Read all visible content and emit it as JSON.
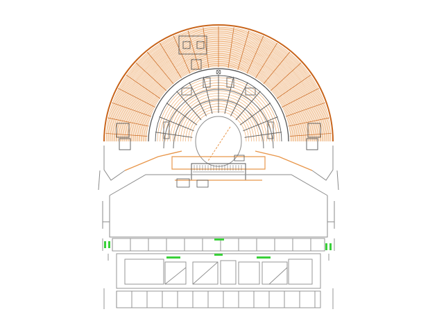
{
  "drawing": {
    "type": "architectural-plan",
    "subject": "ancient theatre",
    "colors": {
      "background": "#ffffff",
      "existing": "#8a8a8a",
      "existing_dark": "#555555",
      "restored": "#e8964a",
      "restored_dark": "#c8641a",
      "highlight": "#39d039"
    },
    "cavea": {
      "outer_tiers": 38,
      "inner_tiers": 14,
      "radial_stairways": 12,
      "upper_stairways": 22
    },
    "text": []
  }
}
